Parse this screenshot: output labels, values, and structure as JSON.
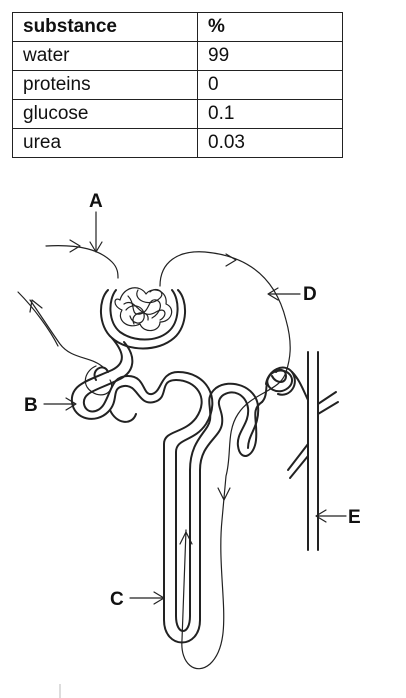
{
  "table": {
    "headers": [
      "substance",
      "%"
    ],
    "rows": [
      {
        "substance": "water",
        "percent": "99"
      },
      {
        "substance": "proteins",
        "percent": "0"
      },
      {
        "substance": "glucose",
        "percent": "0.1"
      },
      {
        "substance": "urea",
        "percent": "0.03"
      }
    ]
  },
  "diagram": {
    "labels": {
      "a": "A",
      "b": "B",
      "c": "C",
      "d": "D",
      "e": "E"
    }
  }
}
